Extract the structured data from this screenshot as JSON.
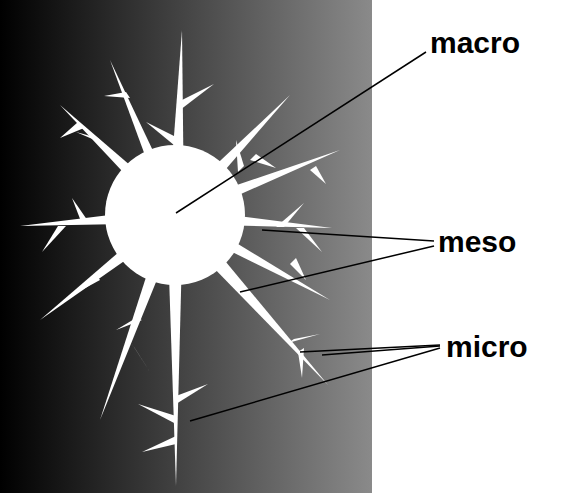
{
  "diagram": {
    "labels": [
      "macro",
      "meso",
      "micro"
    ]
  }
}
